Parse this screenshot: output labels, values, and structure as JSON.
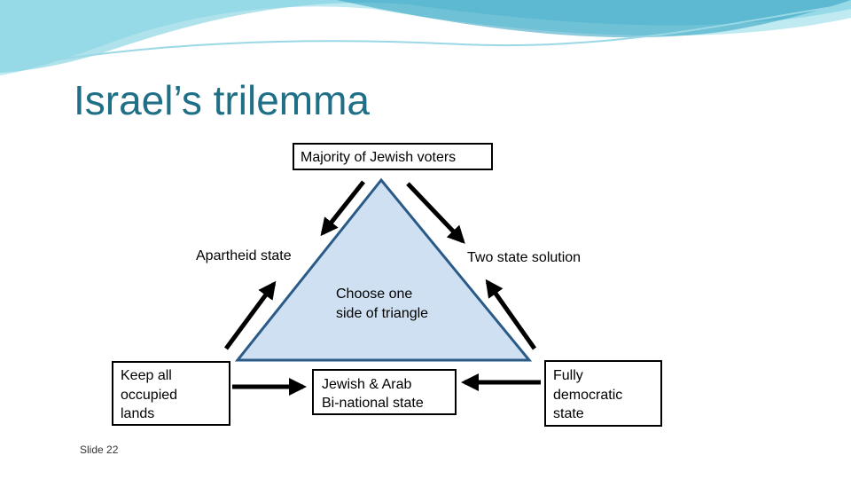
{
  "slide": {
    "title": "Israel’s trilemma",
    "footer": "Slide 22"
  },
  "diagram": {
    "top_goal": "Majority of Jewish voters",
    "left_outcome": "Apartheid state",
    "right_outcome": "Two state solution",
    "center_note_line1": "Choose one",
    "center_note_line2": "side of triangle",
    "bottom_left_goal": [
      "Keep all",
      "occupied",
      "lands"
    ],
    "bottom_center_outcome": [
      "Jewish & Arab",
      "Bi-national state"
    ],
    "bottom_right_goal": [
      "Fully",
      "democratic",
      "state"
    ]
  },
  "colors": {
    "title": "#1f6f86",
    "triangle_fill": "#cfe0f2",
    "triangle_stroke": "#2a5a86",
    "wave_light": "#bfeaf2",
    "wave_mid": "#7ccfe0",
    "wave_dark": "#2e9fc0"
  }
}
